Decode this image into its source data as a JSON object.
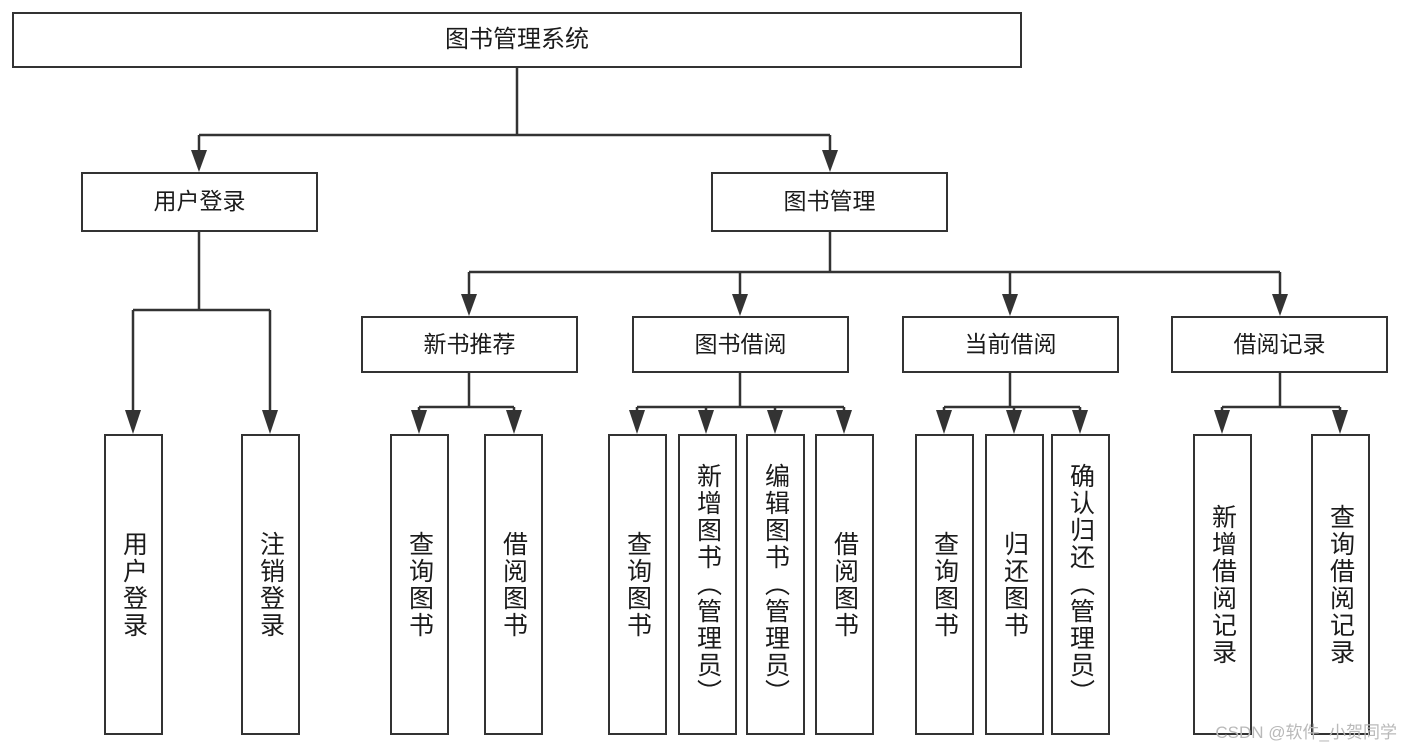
{
  "diagram": {
    "title": "图书管理系统",
    "root": {
      "label": "图书管理系统"
    },
    "level2": [
      {
        "label": "用户登录"
      },
      {
        "label": "图书管理"
      }
    ],
    "level3": [
      {
        "label": "新书推荐"
      },
      {
        "label": "图书借阅"
      },
      {
        "label": "当前借阅"
      },
      {
        "label": "借阅记录"
      }
    ],
    "leaves": {
      "user_login": [
        {
          "label": "用户登录"
        },
        {
          "label": "注销登录"
        }
      ],
      "new_book": [
        {
          "label": "查询图书"
        },
        {
          "label": "借阅图书"
        }
      ],
      "book_borrow": [
        {
          "label": "查询图书"
        },
        {
          "label": "新增图书（管理员）"
        },
        {
          "label": "编辑图书（管理员）"
        },
        {
          "label": "借阅图书"
        }
      ],
      "current_borrow": [
        {
          "label": "查询图书"
        },
        {
          "label": "归还图书"
        },
        {
          "label": "确认归还（管理员）"
        }
      ],
      "borrow_record": [
        {
          "label": "新增借阅记录"
        },
        {
          "label": "查询借阅记录"
        }
      ]
    }
  },
  "watermark": {
    "text": "CSDN @软件_小贺同学"
  },
  "colors": {
    "stroke": "#333333",
    "text": "#1b1b1b",
    "background": "#ffffff",
    "watermark": "#b9b9b9"
  }
}
